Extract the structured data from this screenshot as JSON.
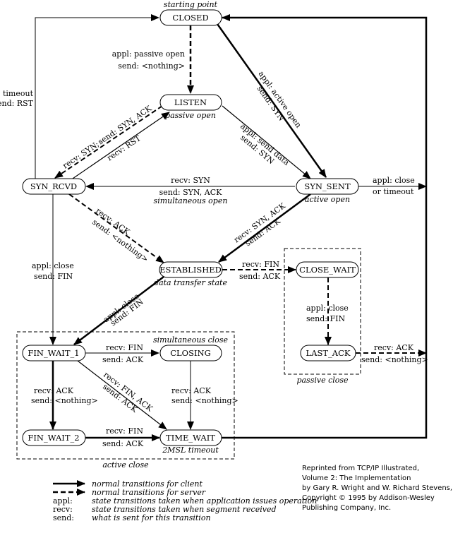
{
  "states": {
    "closed": "CLOSED",
    "listen": "LISTEN",
    "syn_rcvd": "SYN_RCVD",
    "syn_sent": "SYN_SENT",
    "established": "ESTABLISHED",
    "close_wait": "CLOSE_WAIT",
    "last_ack": "LAST_ACK",
    "fin_wait_1": "FIN_WAIT_1",
    "closing": "CLOSING",
    "fin_wait_2": "FIN_WAIT_2",
    "time_wait": "TIME_WAIT"
  },
  "notes": {
    "starting_point": "starting point",
    "passive_open": "passive open",
    "active_open": "active open",
    "simultaneous_open": "simultaneous open",
    "data_transfer_state": "data transfer state",
    "simultaneous_close": "simultaneous close",
    "passive_close": "passive close",
    "active_close": "active close",
    "msl_timeout": "2MSL timeout"
  },
  "labels": {
    "appl_passive_open": "appl: passive open",
    "send_nothing_1": "send: <nothing>",
    "timeout": "timeout",
    "send_rst": "send: RST",
    "appl_active_open": "appl: active open",
    "send_syn_1": "send: SYN",
    "recv_syn_1": "recv: SYN;",
    "send_syn_ack_1": "send: SYN, ACK",
    "recv_rst": "recv: RST",
    "appl_send_data": "appl: send data",
    "send_syn_2": "send: SYN",
    "recv_syn_2": "recv: SYN",
    "send_syn_ack_2": "send: SYN, ACK",
    "appl_close_1": "appl: close",
    "or_timeout": "or timeout",
    "recv_ack_1": "recv: ACK",
    "send_nothing_2": "send: <nothing>",
    "recv_syn_ack": "recv: SYN, ACK",
    "send_ack_1": "send: ACK",
    "appl_close_2": "appl: close",
    "send_fin_1": "send: FIN",
    "recv_fin_1": "recv: FIN",
    "send_ack_2": "send: ACK",
    "appl_close_3": "appl: close",
    "send_fin_2": "send: FIN",
    "appl_close_4": "appl: close",
    "send_fin_3": "send: FIN",
    "recv_ack_2": "recv: ACK",
    "send_nothing_3": "send: <nothing>",
    "recv_fin_2": "recv: FIN",
    "send_ack_3": "send: ACK",
    "recv_fin_ack": "recv: FIN, ACK",
    "send_ack_4": "send: ACK",
    "recv_ack_3": "recv: ACK",
    "send_nothing_4": "send: <nothing>",
    "recv_ack_4": "recv: ACK",
    "send_nothing_5": "send: <nothing>",
    "recv_fin_3": "recv: FIN",
    "send_ack_5": "send: ACK"
  },
  "legend": {
    "client": "normal transitions for client",
    "server": "normal transitions for server",
    "appl_key": "appl:",
    "appl_desc": "state transitions taken when application issues operation",
    "recv_key": "recv:",
    "recv_desc": "state transitions taken when segment received",
    "send_key": "send:",
    "send_desc": "what is sent for this transition"
  },
  "credit": {
    "line1": "Reprinted from TCP/IP Illustrated,",
    "line2": "Volume 2: The Implementation",
    "line3": "by Gary R. Wright and W. Richard Stevens,",
    "line4": "Copyright © 1995 by Addison-Wesley",
    "line5": "Publishing Company, Inc."
  }
}
